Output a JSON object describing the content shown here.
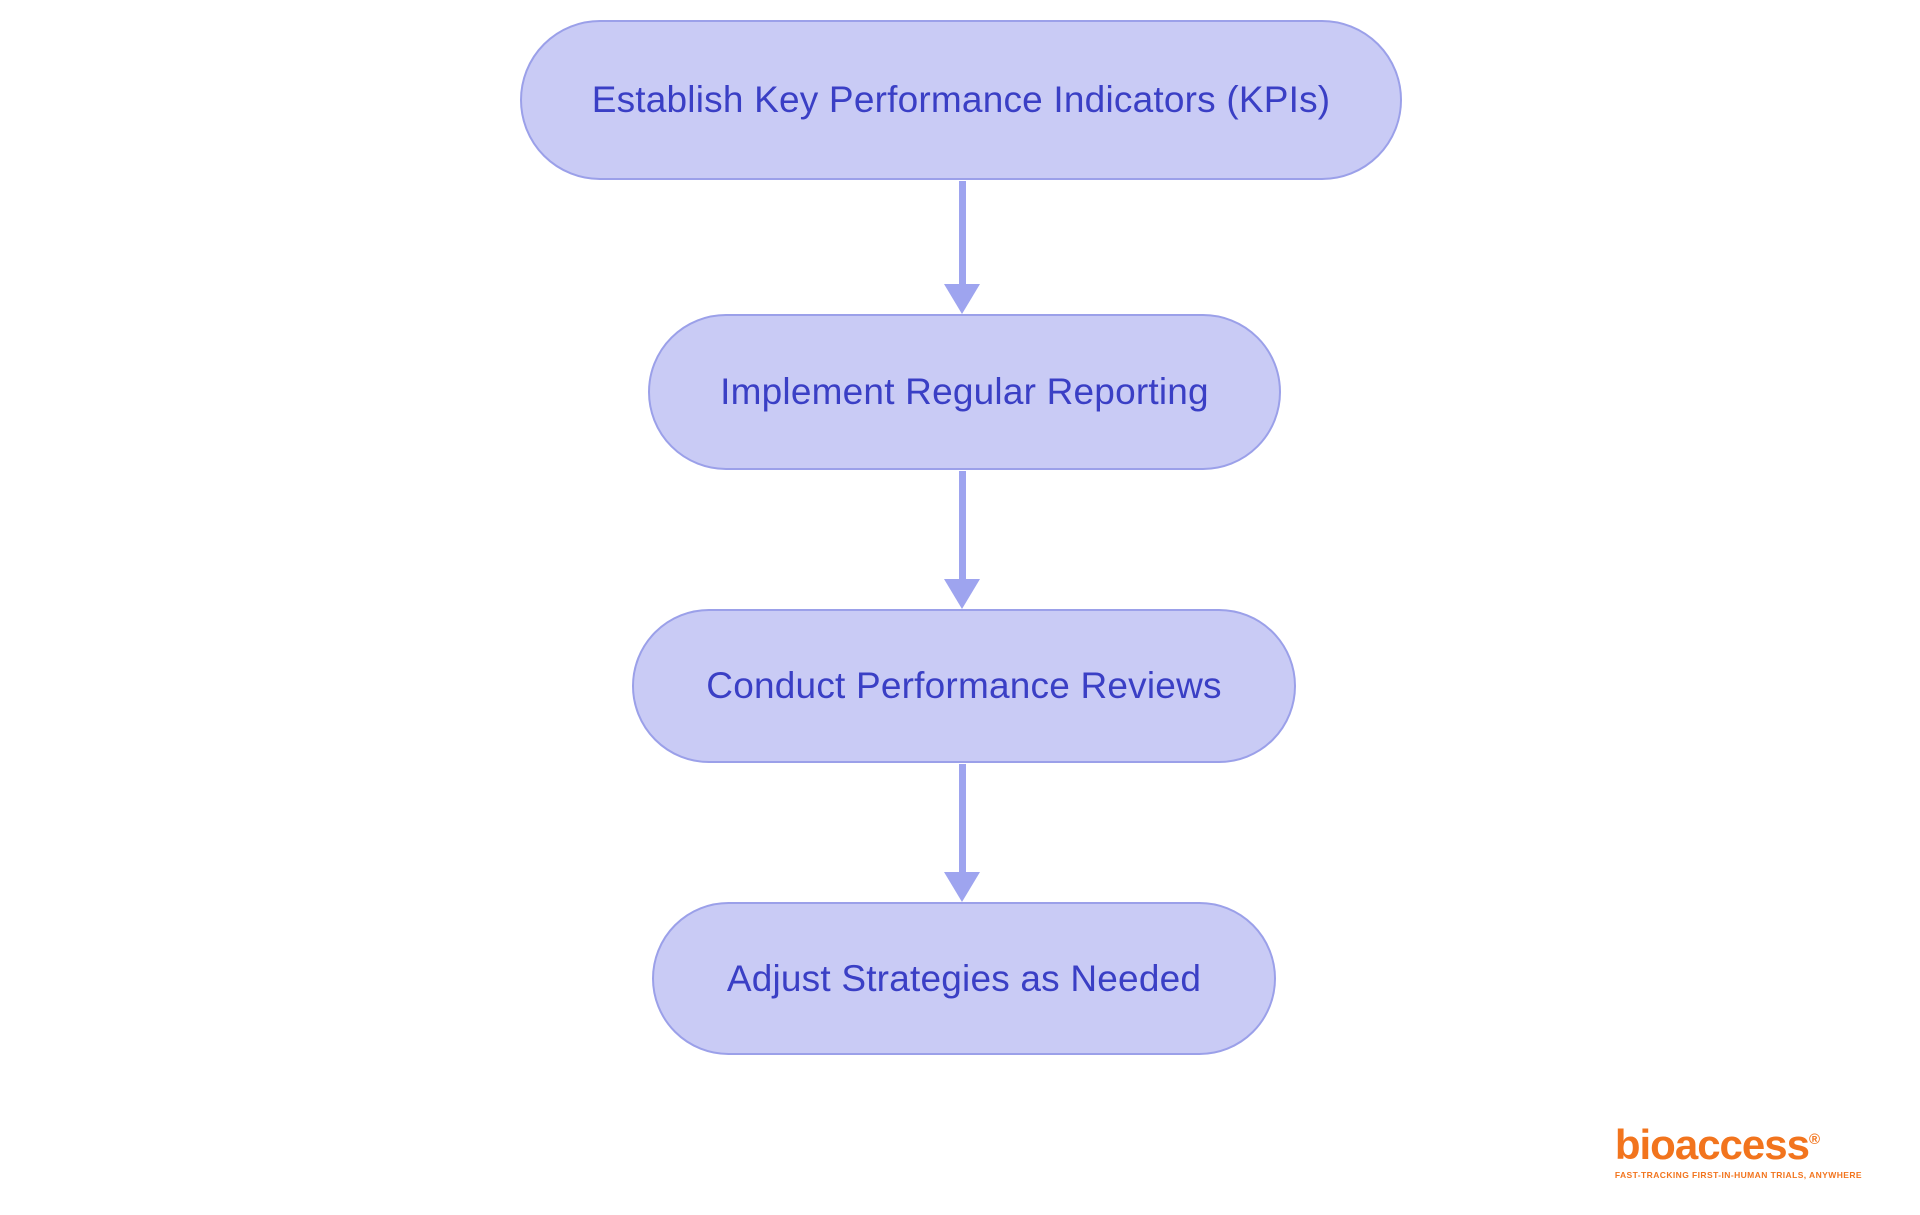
{
  "flowchart": {
    "type": "flowchart",
    "direction": "top-down",
    "nodes": [
      {
        "id": "n1",
        "label": "Establish Key Performance Indicators (KPIs)"
      },
      {
        "id": "n2",
        "label": "Implement Regular Reporting"
      },
      {
        "id": "n3",
        "label": "Conduct Performance Reviews"
      },
      {
        "id": "n4",
        "label": "Adjust Strategies as Needed"
      }
    ],
    "connections": [
      {
        "from": "n1",
        "to": "n2"
      },
      {
        "from": "n2",
        "to": "n3"
      },
      {
        "from": "n3",
        "to": "n4"
      }
    ]
  },
  "colors": {
    "node_fill": "#C9CBF5",
    "node_border": "#9BA0E9",
    "node_text": "#3A3FC5",
    "arrow": "#9EA4EF",
    "logo_orange": "#F2741D",
    "canvas_bg": "#FFFFFF"
  },
  "logo": {
    "brand": "bioaccess",
    "registered_mark": "®",
    "tagline": "FAST-TRACKING FIRST-IN-HUMAN TRIALS, ANYWHERE"
  }
}
